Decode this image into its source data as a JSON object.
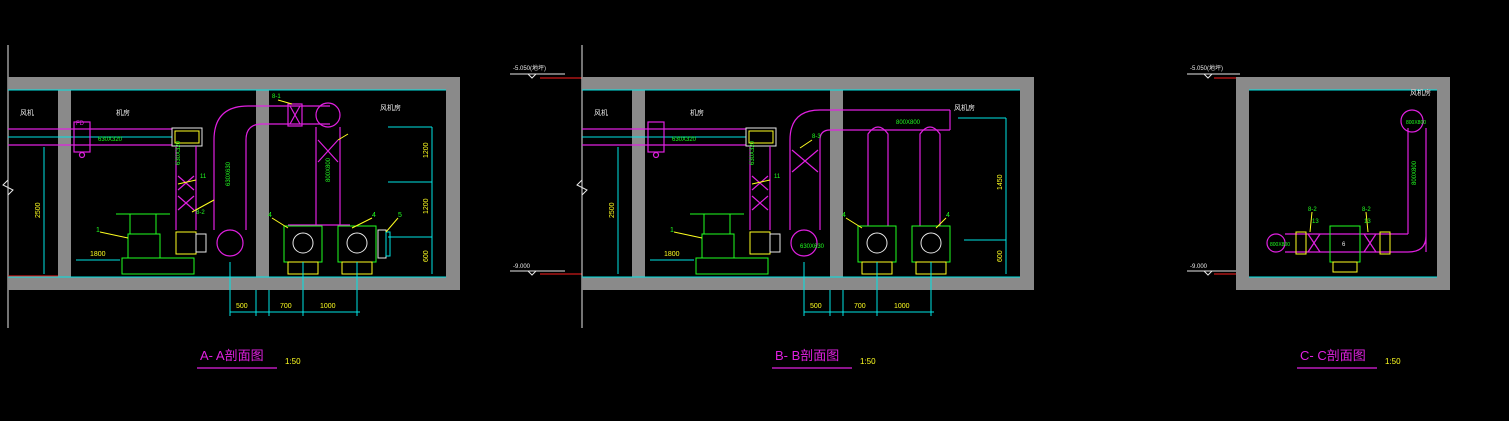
{
  "sections": [
    {
      "title": "A- A剖面图",
      "scale": "1:50",
      "room_labels": [
        "风机",
        "机房",
        "风机房"
      ],
      "duct_labels": [
        "630X320",
        "630X320",
        "630X630",
        "800X800"
      ],
      "equipment_tags": [
        "1",
        "4",
        "4",
        "5",
        "11",
        "8-2",
        "8-1"
      ],
      "dims_horizontal": [
        "1800",
        "500",
        "700",
        "1000"
      ],
      "dims_vertical": [
        "2500",
        "1200",
        "1200",
        "600"
      ]
    },
    {
      "title": "B- B剖面图",
      "scale": "1:50",
      "elevation_top": "-5.050(地坪)",
      "elevation_bottom": "-9.000",
      "room_labels": [
        "风机",
        "机房",
        "风机房"
      ],
      "duct_labels": [
        "630X320",
        "630X320",
        "630X630",
        "800X800"
      ],
      "equipment_tags": [
        "1",
        "4",
        "4",
        "11",
        "8-3"
      ],
      "dims_horizontal": [
        "1800",
        "500",
        "700",
        "1000"
      ],
      "dims_vertical": [
        "2500",
        "1450",
        "600"
      ]
    },
    {
      "title": "C- C剖面图",
      "scale": "1:50",
      "elevation_top": "-5.050(地坪)",
      "elevation_bottom": "-9.000",
      "room_labels": [
        "风机房"
      ],
      "duct_labels": [
        "800X800",
        "800X800",
        "800X800"
      ],
      "equipment_tags": [
        "8-2",
        "8-2",
        "13",
        "13",
        "6"
      ]
    }
  ]
}
